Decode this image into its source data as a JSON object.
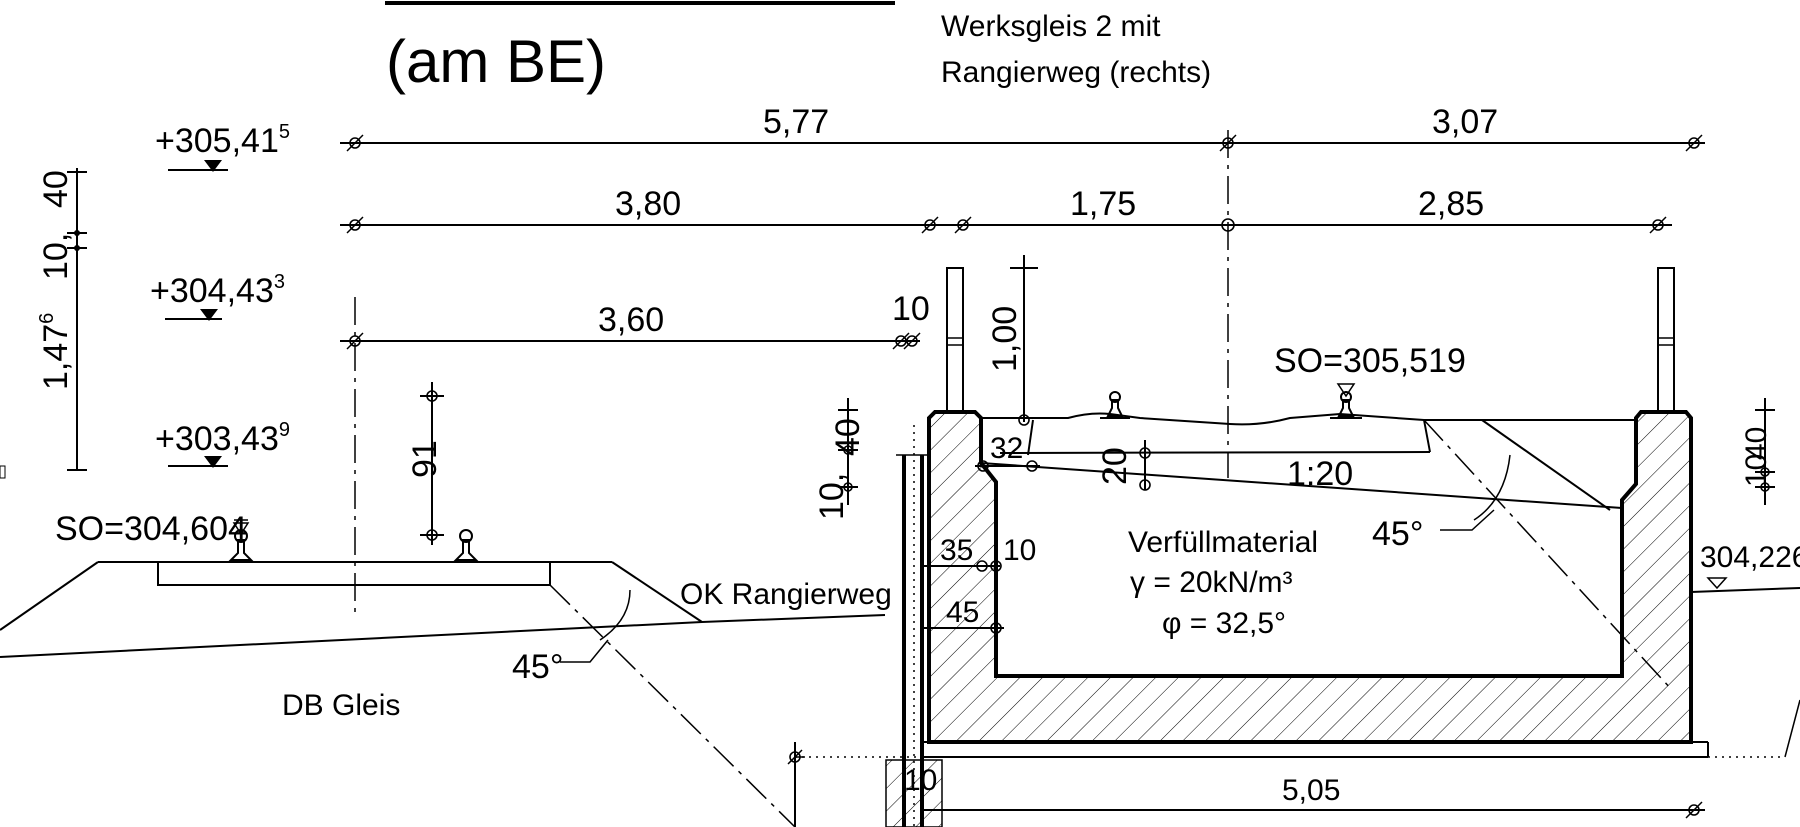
{
  "title": {
    "subtitle": "(am BE)"
  },
  "track_caption": [
    "Werksgleis 2 mit",
    "Rangierweg (rechts)"
  ],
  "levels": {
    "top": {
      "value": "+305,41",
      "sup": "5"
    },
    "mid": {
      "value": "+304,43",
      "sup": "3"
    },
    "low": {
      "value": "+303,43",
      "sup": "9"
    }
  },
  "vertical_dims": {
    "left_40": "40",
    "left_10": "10,",
    "left_147": "1,47",
    "left_147_sup": "6",
    "d91": "91",
    "d100": "1,00",
    "d40_mid": "40",
    "d10_mid": "10,",
    "d20": "20",
    "d10_right": "10",
    "d40_right": "40"
  },
  "horizontal_dims": {
    "d577": "5,77",
    "d307": "3,07",
    "d380": "3,80",
    "d175": "1,75",
    "d285": "2,85",
    "d360": "3,60",
    "d10_top": "10",
    "d32": "32",
    "d35": "35",
    "d10_wall": "10",
    "d45": "45",
    "d10_bottom": "10",
    "d505": "5,05"
  },
  "elevations": {
    "so_left": "SO=304,604",
    "so_right": "SO=305,519",
    "right_level": "304,226"
  },
  "labels": {
    "ok_rangierweg": "OK Rangierweg",
    "db_gleis": "DB Gleis",
    "slope": "1:20",
    "angle_left": "45°",
    "angle_right": "45°"
  },
  "fill_material": {
    "name": "Verfüllmaterial",
    "gamma": "γ = 20kN/m³",
    "phi": "φ = 32,5°"
  }
}
